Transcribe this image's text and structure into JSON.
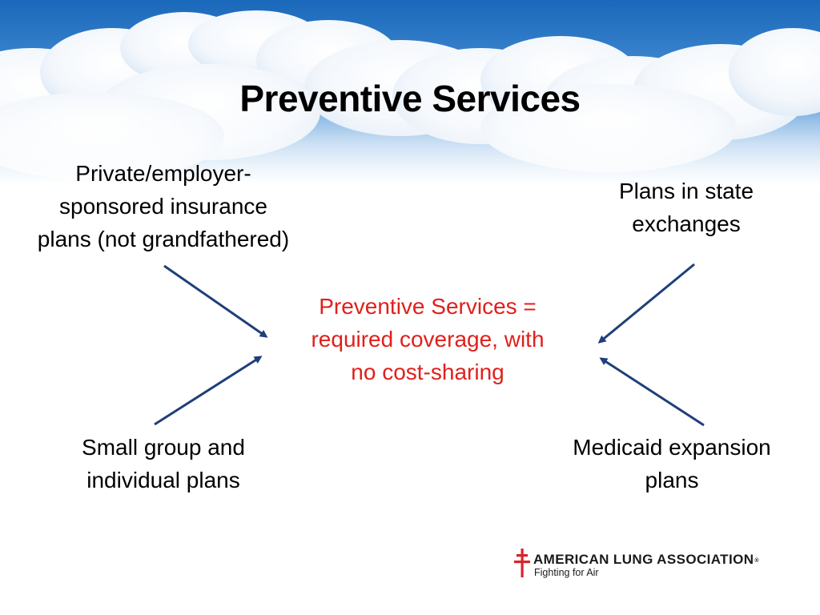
{
  "title": "Preventive Services",
  "boxes": {
    "top_left": [
      "Private/employer-",
      "sponsored insurance",
      "plans (not grandfathered)"
    ],
    "top_right": [
      "Plans in state",
      "exchanges"
    ],
    "bottom_left": [
      "Small group and",
      "individual plans"
    ],
    "bottom_right": [
      "Medicaid expansion",
      "plans"
    ]
  },
  "center": {
    "lines": [
      "Preventive Services =",
      "required coverage, with",
      "no cost-sharing"
    ],
    "color": "#e0201b"
  },
  "arrow_color": "#1f3f7a",
  "logo": {
    "name": "AMERICAN LUNG ASSOCIATION",
    "registered": "®",
    "tagline": "Fighting for Air",
    "cross_color": "#d9232d"
  },
  "colors": {
    "sky_top": "#1d6fc0",
    "sky_bottom": "#7fb5e6",
    "cloud": "#ffffff"
  }
}
